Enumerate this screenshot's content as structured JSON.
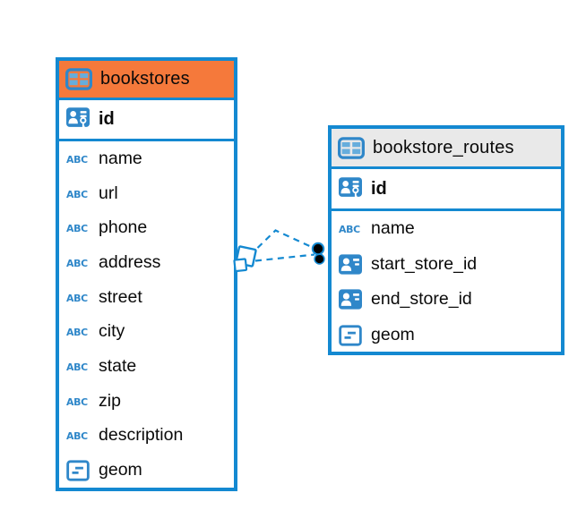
{
  "colors": {
    "table_border": "#1489D1",
    "icon_blue": "#2F87C9",
    "bookstores_header": "#F5793B",
    "routes_header": "#E9E9E9",
    "connector_line": "#1489D1",
    "text": "#0a0a0a"
  },
  "icons": {
    "text_type_label": "ABC",
    "table_icon": "table-icon",
    "primary_key_icon": "person-badge-key-icon",
    "reference_icon": "person-badge-icon",
    "geometry_icon": "geometry-note-icon"
  },
  "tables": [
    {
      "title": "bookstores",
      "key_column": {
        "name": "id"
      },
      "columns": [
        {
          "name": "name",
          "type": "text"
        },
        {
          "name": "url",
          "type": "text"
        },
        {
          "name": "phone",
          "type": "text"
        },
        {
          "name": "address",
          "type": "text"
        },
        {
          "name": "street",
          "type": "text"
        },
        {
          "name": "city",
          "type": "text"
        },
        {
          "name": "state",
          "type": "text"
        },
        {
          "name": "zip",
          "type": "text"
        },
        {
          "name": "description",
          "type": "text"
        },
        {
          "name": "geom",
          "type": "geometry"
        }
      ]
    },
    {
      "title": "bookstore_routes",
      "key_column": {
        "name": "id"
      },
      "columns": [
        {
          "name": "name",
          "type": "text"
        },
        {
          "name": "start_store_id",
          "type": "reference"
        },
        {
          "name": "end_store_id",
          "type": "reference"
        },
        {
          "name": "geom",
          "type": "geometry"
        }
      ]
    }
  ],
  "connector": {
    "style": "dashed",
    "line_count": 2,
    "from_table": "bookstores",
    "to_table": "bookstore_routes",
    "left_marker": "diamond",
    "right_marker": "filled-dots"
  }
}
